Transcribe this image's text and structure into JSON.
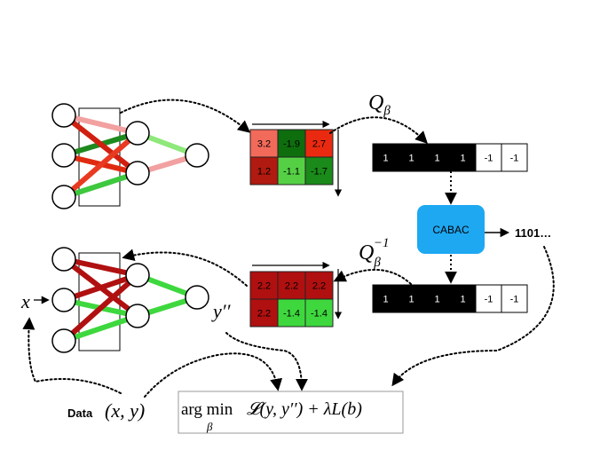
{
  "quantizer_label": "Q",
  "quantizer_sub": "β",
  "dequantizer_label": "Q",
  "dequantizer_sub": "β",
  "dequantizer_sup": "−1",
  "cabac_label": "CABAC",
  "bitstream_label": "1101…",
  "input_label": "x",
  "output_label": "y′′",
  "data_label": "Data",
  "data_tuple": "(x, y)",
  "objective": {
    "argmin": "arg min",
    "argmin_sub": "β",
    "loss": "𝓛(y, y′′) + λL(b)"
  },
  "weight_matrix_top": {
    "values": [
      [
        "3.2",
        "-1.9",
        "2.7"
      ],
      [
        "1.2",
        "-1.1",
        "-1.7"
      ]
    ],
    "colors": [
      [
        "#f26a5a",
        "#0e6e0e",
        "#ea2a10"
      ],
      [
        "#b01a10",
        "#55d045",
        "#1a8a1a"
      ]
    ]
  },
  "weight_matrix_bottom": {
    "values": [
      [
        "2.2",
        "2.2",
        "2.2"
      ],
      [
        "2.2",
        "-1.4",
        "-1.4"
      ]
    ],
    "colors": [
      [
        "#b01010",
        "#b01010",
        "#b01010"
      ],
      [
        "#b01010",
        "#3ed83e",
        "#3ed83e"
      ]
    ]
  },
  "quantized_top": [
    "1",
    "1",
    "1",
    "1",
    "-1",
    "-1"
  ],
  "quantized_bottom": [
    "1",
    "1",
    "1",
    "1",
    "-1",
    "-1"
  ],
  "colors": {
    "cabac_fill": "#1ea8f2",
    "dark_green": "#1e8a1e",
    "light_green": "#8ee87a",
    "bright_green": "#3ed83e",
    "red": "#e02a10",
    "dark_red": "#b01010",
    "pink": "#f2a0a0"
  }
}
